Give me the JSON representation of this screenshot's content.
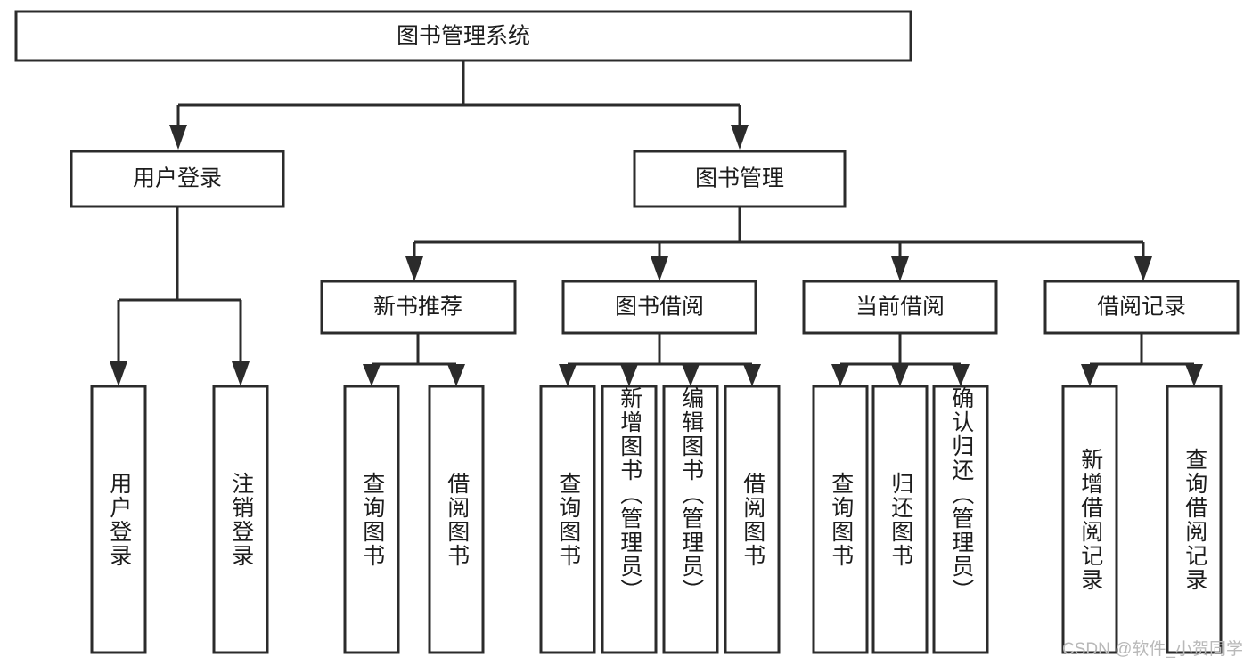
{
  "diagram": {
    "type": "tree-hierarchy",
    "title": "图书管理系统",
    "watermark": "CSDN @软件_小贺同学",
    "colors": {
      "stroke": "#2b2b2b",
      "fill": "#ffffff",
      "text": "#1c1c1c",
      "watermark": "#b9b9b9"
    },
    "levels": {
      "root": {
        "label": "图书管理系统"
      },
      "level2": [
        {
          "label": "用户登录"
        },
        {
          "label": "图书管理"
        }
      ],
      "level3": [
        {
          "label": "新书推荐"
        },
        {
          "label": "图书借阅"
        },
        {
          "label": "当前借阅"
        },
        {
          "label": "借阅记录"
        }
      ],
      "leaves": {
        "user_login": [
          {
            "label": "用户登录"
          },
          {
            "label": "注销登录"
          }
        ],
        "new_book_recommend": [
          {
            "label": "查询图书"
          },
          {
            "label": "借阅图书"
          }
        ],
        "book_borrow": [
          {
            "label": "查询图书"
          },
          {
            "label": "新增图书（管理员）"
          },
          {
            "label": "编辑图书（管理员）"
          },
          {
            "label": "借阅图书"
          }
        ],
        "current_borrow": [
          {
            "label": "查询图书"
          },
          {
            "label": "归还图书"
          },
          {
            "label": "确认归还（管理员）"
          }
        ],
        "borrow_record": [
          {
            "label": "新增借阅记录"
          },
          {
            "label": "查询借阅记录"
          }
        ]
      }
    }
  }
}
